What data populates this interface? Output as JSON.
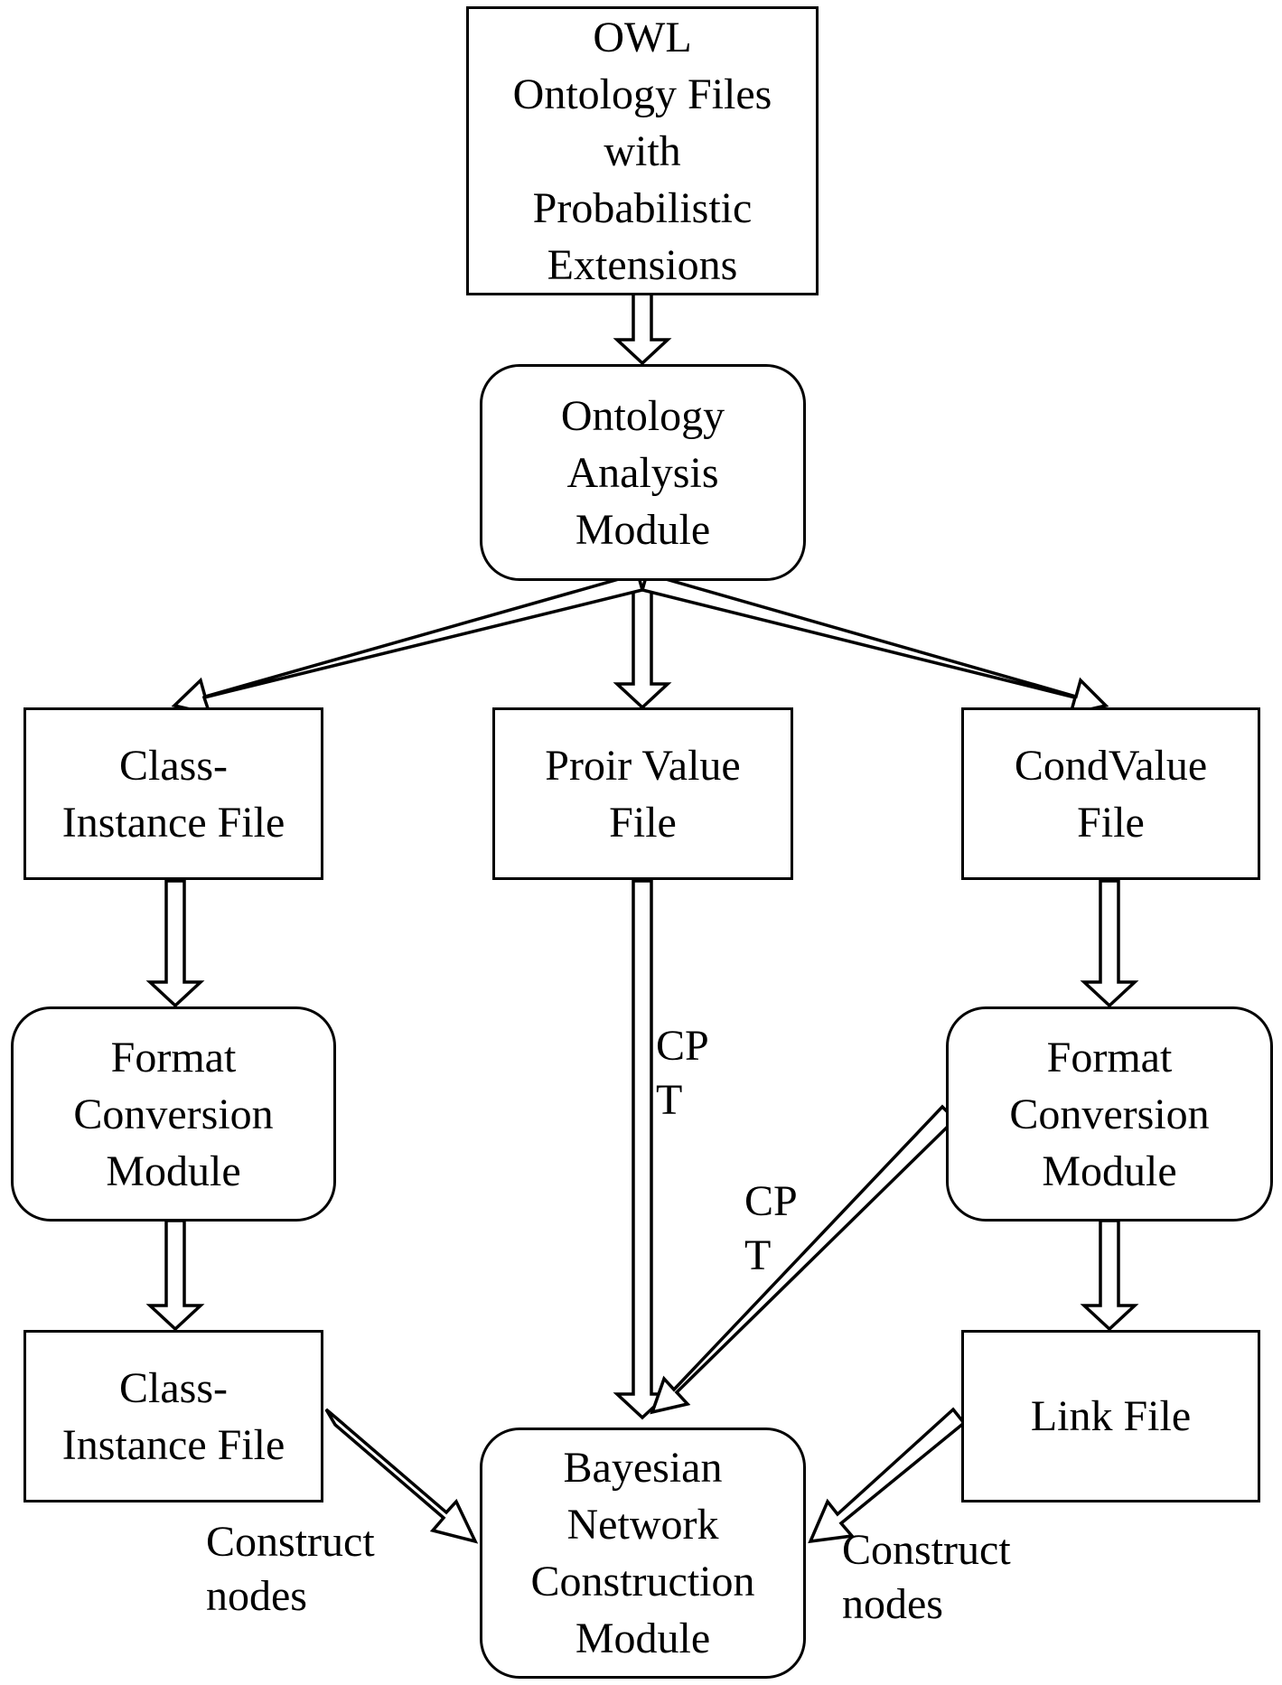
{
  "nodes": {
    "owl_files": "OWL\nOntology Files\nwith\nProbabilistic\nExtensions",
    "ontology_analysis": "Ontology\nAnalysis\nModule",
    "class_instance_file_1": "Class-\nInstance File",
    "prior_value_file": "Proir Value\nFile",
    "condvalue_file": "CondValue\nFile",
    "format_conversion_left": "Format\nConversion\nModule",
    "format_conversion_right": "Format\nConversion\nModule",
    "class_instance_file_2": "Class-\nInstance File",
    "link_file": "Link File",
    "bayesian_module": "Bayesian\nNetwork\nConstruction\nModule"
  },
  "edge_labels": {
    "cpt_center": "CP\nT",
    "cpt_diagonal": "CP\nT",
    "construct_nodes_left": "Construct\nnodes",
    "construct_nodes_right": "Construct\nnodes"
  }
}
